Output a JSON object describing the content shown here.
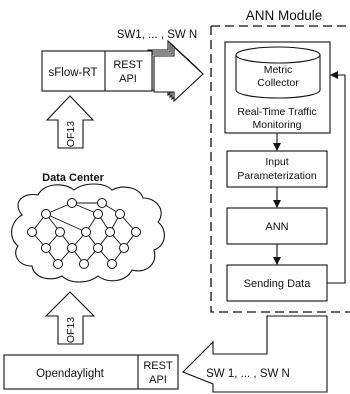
{
  "module": {
    "title": "ANN Module"
  },
  "sflow": {
    "name": "sFlow-RT",
    "api_line1": "REST",
    "api_line2": "API"
  },
  "switch_label_top": "SW1, ... , SW N",
  "switch_label_bottom": "SW 1, ... , SW N",
  "of13_upper": "OF13",
  "of13_lower": "OF13",
  "data_center": "Data Center",
  "metric": {
    "line1": "Metric",
    "line2": "Collector"
  },
  "monitoring": {
    "line1": "Real-Time Traffic",
    "line2": "Monitoring"
  },
  "input_param": {
    "line1": "Input",
    "line2": "Parameterization"
  },
  "ann_box": "ANN",
  "sending": "Sending Data",
  "odl": {
    "name": "Opendaylight",
    "api_line1": "REST",
    "api_line2": "API"
  }
}
